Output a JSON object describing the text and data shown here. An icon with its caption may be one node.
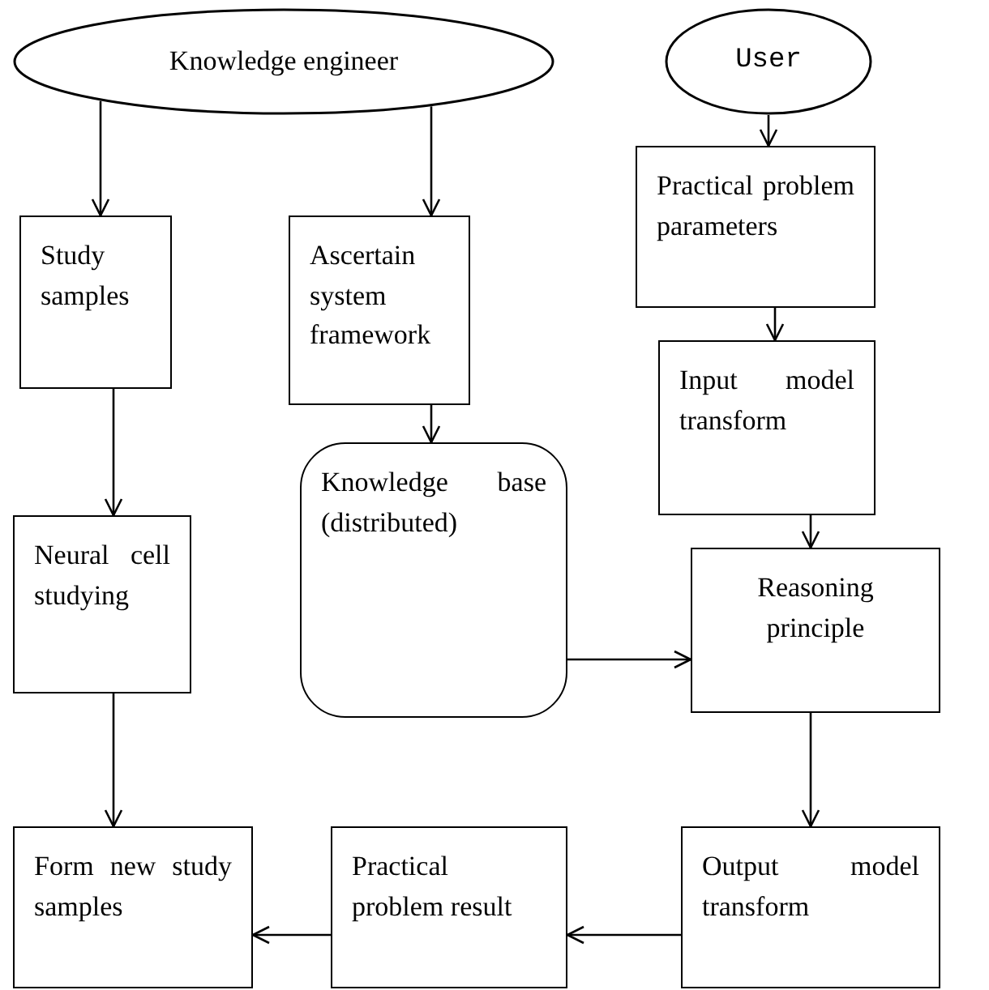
{
  "diagram": {
    "nodes": [
      {
        "text": [
          "Knowledge engineer"
        ]
      },
      {
        "text": [
          "User"
        ]
      },
      {
        "text": [
          "Study samples"
        ]
      },
      {
        "text": [
          "Ascertain system framework"
        ]
      },
      {
        "text": [
          "Practical problem parameters"
        ]
      },
      {
        "text": [
          "Input model transform"
        ]
      },
      {
        "text": [
          "Neural cell studying"
        ]
      },
      {
        "text": [
          "Knowledge base (distributed)"
        ]
      },
      {
        "text": [
          "Reasoning principle"
        ]
      },
      {
        "text": [
          "Form new study samples"
        ]
      },
      {
        "text": [
          "Practical problem result"
        ]
      },
      {
        "text": [
          "Output model transform"
        ]
      }
    ],
    "edges": [
      {
        "from": 0,
        "to": 2,
        "arrow": "to"
      },
      {
        "from": 0,
        "to": 3,
        "arrow": "to"
      },
      {
        "from": 1,
        "to": 4,
        "arrow": "to"
      },
      {
        "from": 4,
        "to": 5,
        "arrow": "to"
      },
      {
        "from": 5,
        "to": 8,
        "arrow": "to"
      },
      {
        "from": 2,
        "to": 6,
        "arrow": "to"
      },
      {
        "from": 3,
        "to": 7,
        "arrow": "to"
      },
      {
        "from": 7,
        "to": 8,
        "arrow": "to"
      },
      {
        "from": 6,
        "to": 9,
        "arrow": "to"
      },
      {
        "from": 8,
        "to": 11,
        "arrow": "to"
      },
      {
        "from": 11,
        "to": 10,
        "arrow": "to"
      },
      {
        "from": 10,
        "to": 9,
        "arrow": "to"
      }
    ]
  }
}
